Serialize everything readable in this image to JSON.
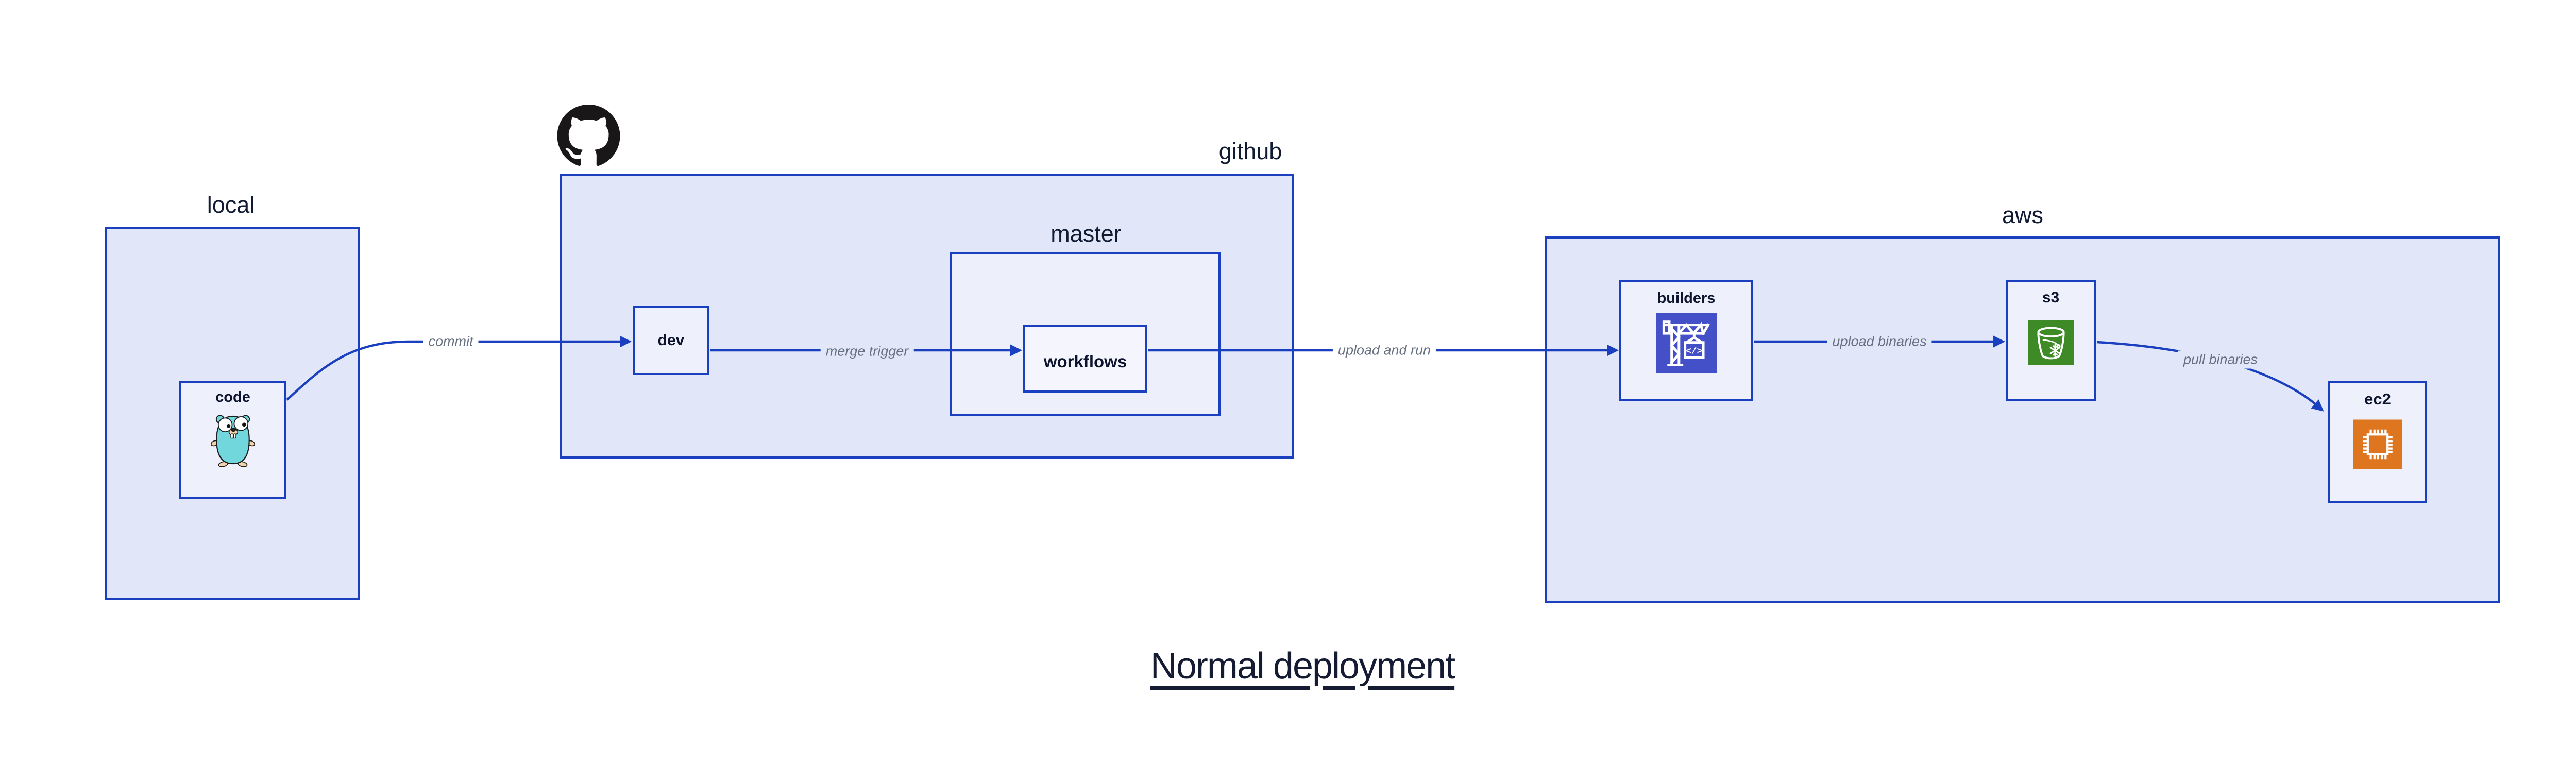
{
  "title": {
    "text": "Normal deployment"
  },
  "groups": {
    "local": {
      "label": "local"
    },
    "github": {
      "label": "github"
    },
    "master": {
      "label": "master"
    },
    "aws": {
      "label": "aws"
    }
  },
  "nodes": {
    "code": {
      "label": "code",
      "icon": "go-gopher-icon"
    },
    "dev": {
      "label": "dev"
    },
    "workflows": {
      "label": "workflows"
    },
    "builders": {
      "label": "builders",
      "icon": "codebuild-crane-icon",
      "icon_glyph": "</>"
    },
    "s3": {
      "label": "s3",
      "icon": "s3-bucket-icon"
    },
    "ec2": {
      "label": "ec2",
      "icon": "ec2-chip-icon"
    }
  },
  "edges": [
    {
      "id": "commit",
      "label": "commit",
      "from": "code",
      "to": "dev"
    },
    {
      "id": "merge-trigger",
      "label": "merge trigger",
      "from": "dev",
      "to": "workflows"
    },
    {
      "id": "upload-and-run",
      "label": "upload and run",
      "from": "workflows",
      "to": "builders"
    },
    {
      "id": "upload-binaries",
      "label": "upload binaries",
      "from": "builders",
      "to": "s3"
    },
    {
      "id": "pull-binaries",
      "label": "pull binaries",
      "from": "s3",
      "to": "ec2"
    }
  ],
  "icons": {
    "header": "github-octocat-icon"
  },
  "colors": {
    "line": "#1b40bf",
    "group_fill": "#e1e7f8",
    "node_fill": "#eef1fb",
    "workflows_fill": "#f5f6fd",
    "text_dark": "#0d152e",
    "edge_label_text": "#66707f",
    "codebuild_indigo": "#4450c8",
    "s3_green": "#3e8a26",
    "ec2_orange": "#de761f",
    "gopher_teal": "#72d6dd",
    "octocat_black": "#191717"
  }
}
